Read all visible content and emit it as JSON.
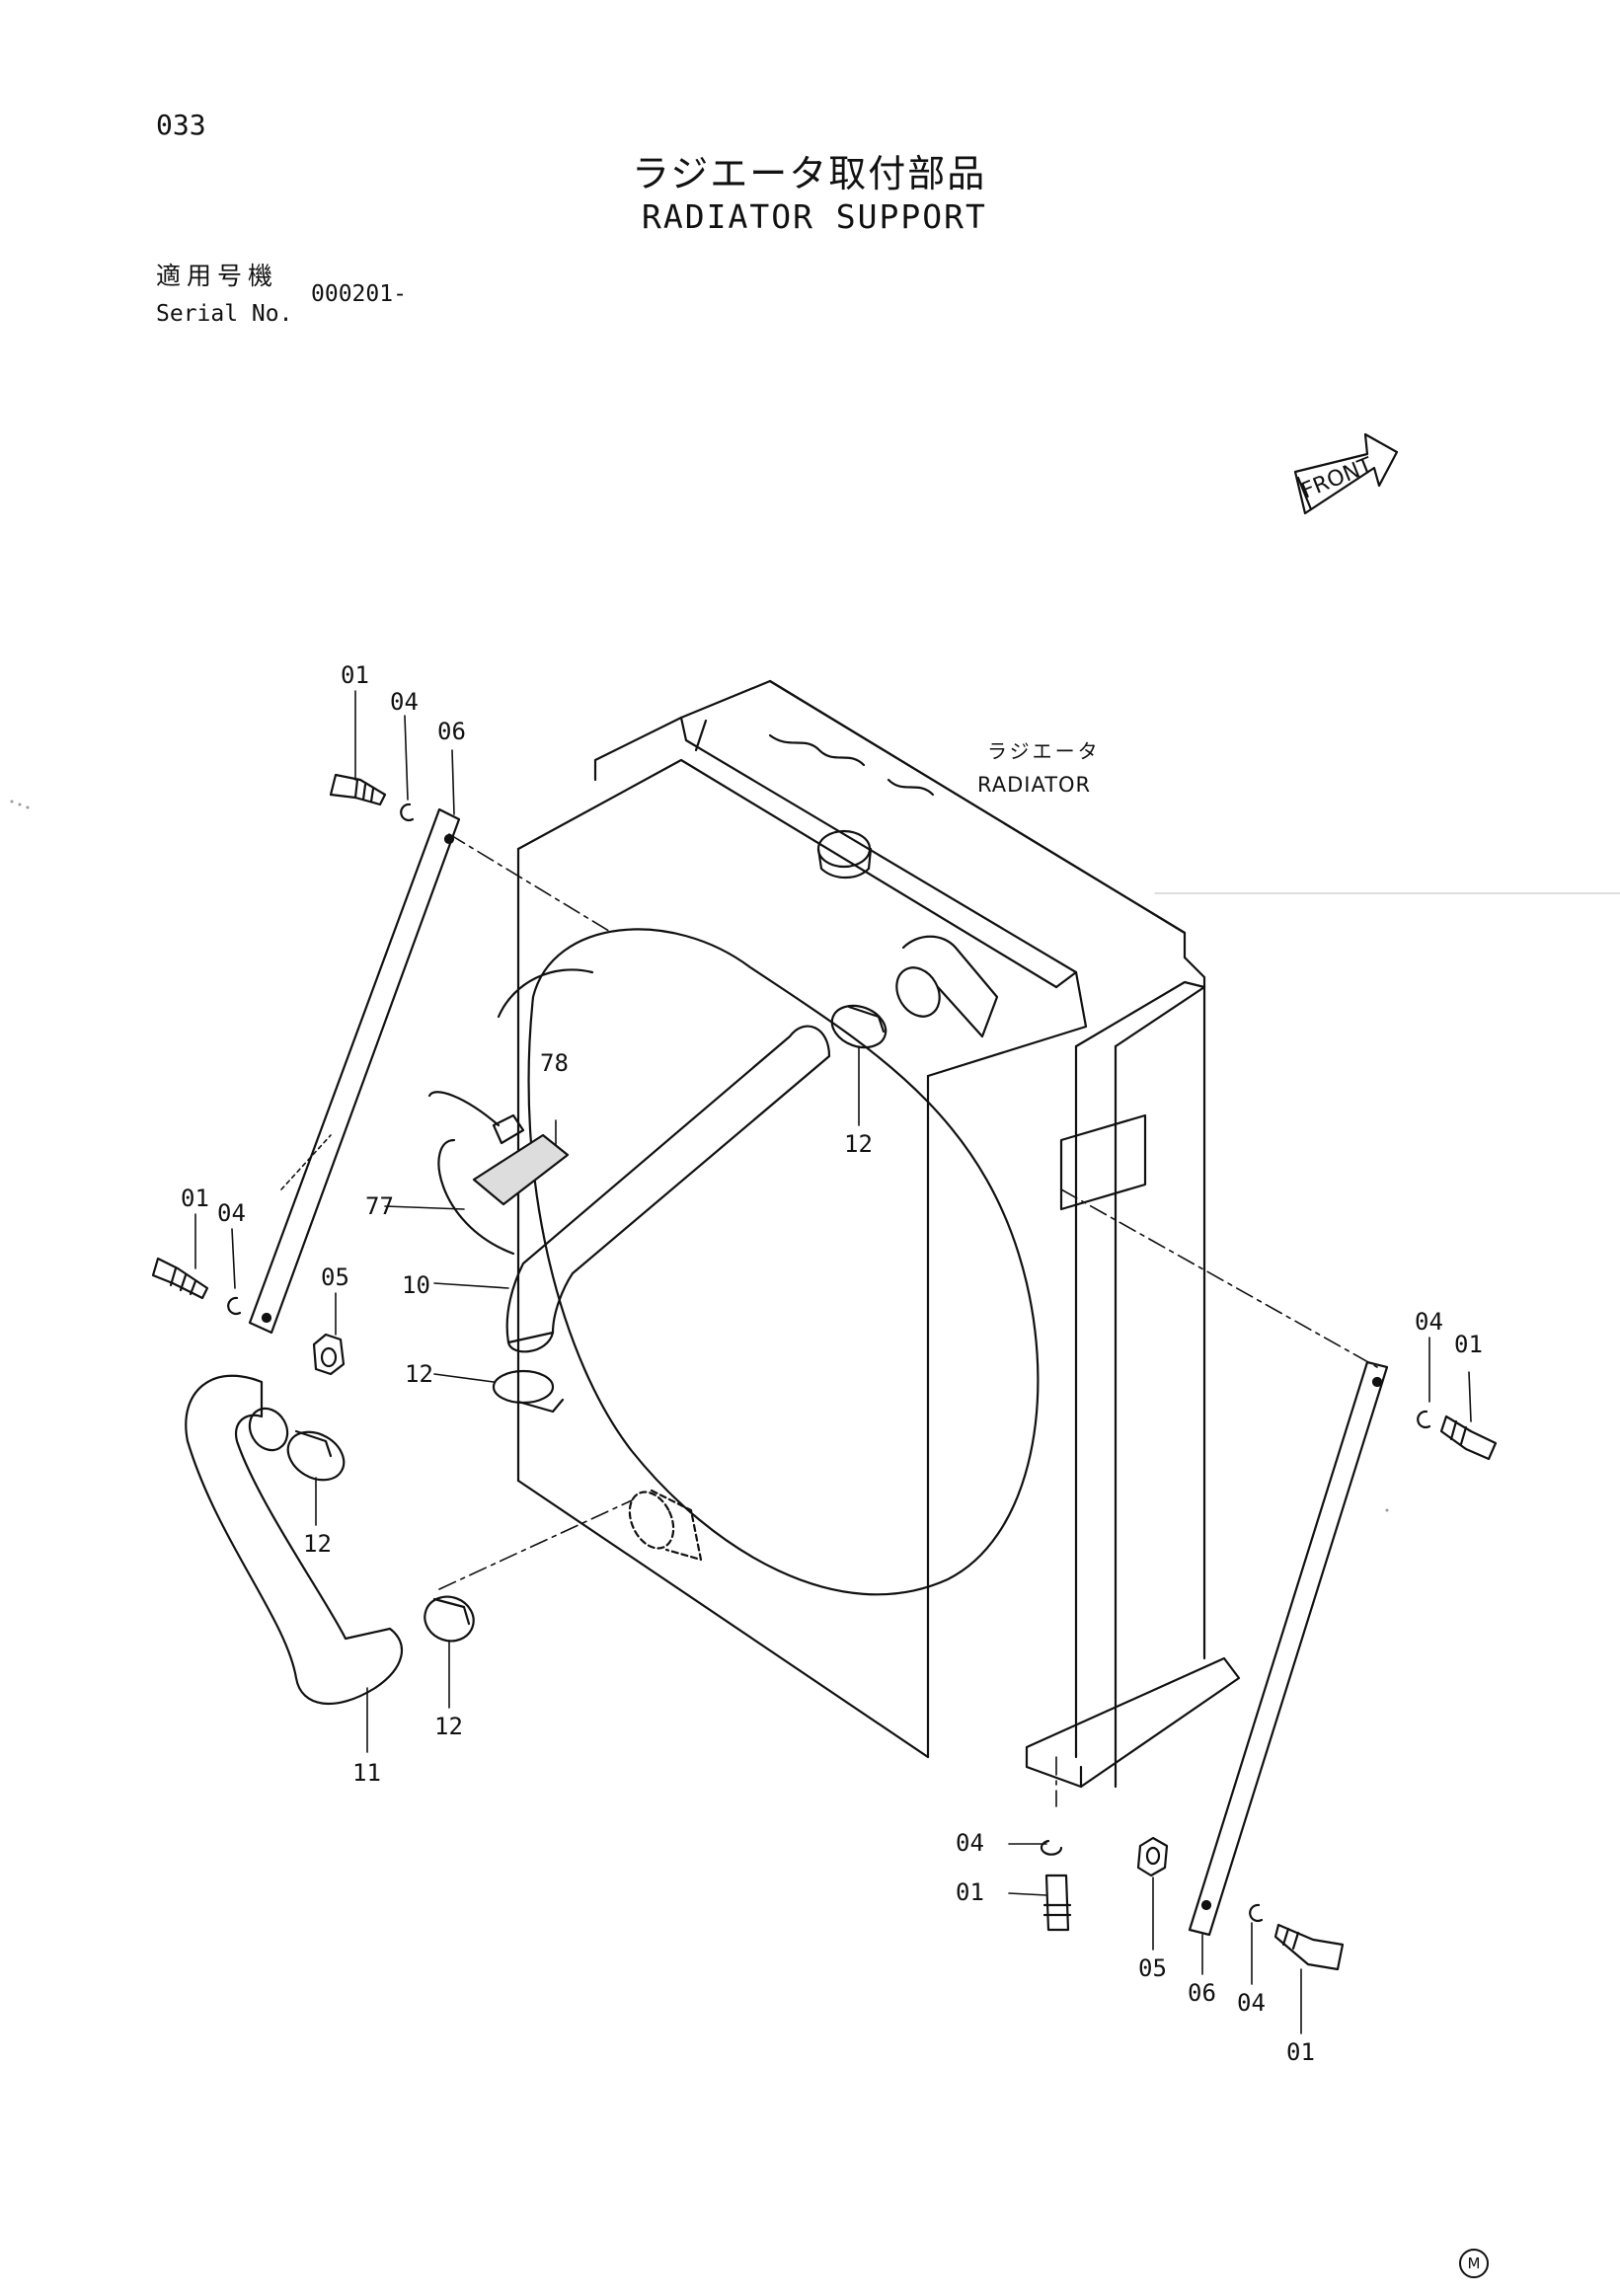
{
  "page_number": "033",
  "title": {
    "japanese": "ラジエータ取付部品",
    "english": "RADIATOR SUPPORT"
  },
  "serial": {
    "label_ja": "適用号機",
    "label_en": "Serial No.",
    "value": "000201-"
  },
  "front_marker": "FRONT",
  "radiator_label": {
    "japanese": "ラジエータ",
    "english": "RADIATOR"
  },
  "callouts": {
    "top_left_01": "01",
    "top_left_04": "04",
    "top_left_06": "06",
    "mid_left_01": "01",
    "mid_left_04": "04",
    "mid_left_05": "05",
    "hose_78": "78",
    "hose_77": "77",
    "hose_10": "10",
    "clamp_upper_12": "12",
    "clamp_mid_12": "12",
    "clamp_left_12": "12",
    "clamp_low_12": "12",
    "hose_11": "11",
    "right_04": "04",
    "right_01": "01",
    "bottom_04": "04",
    "bottom_01": "01",
    "bottom_05": "05",
    "bottom_06": "06",
    "bottom_right_04": "04",
    "bottom_right_01": "01"
  },
  "corner_mark": "M"
}
